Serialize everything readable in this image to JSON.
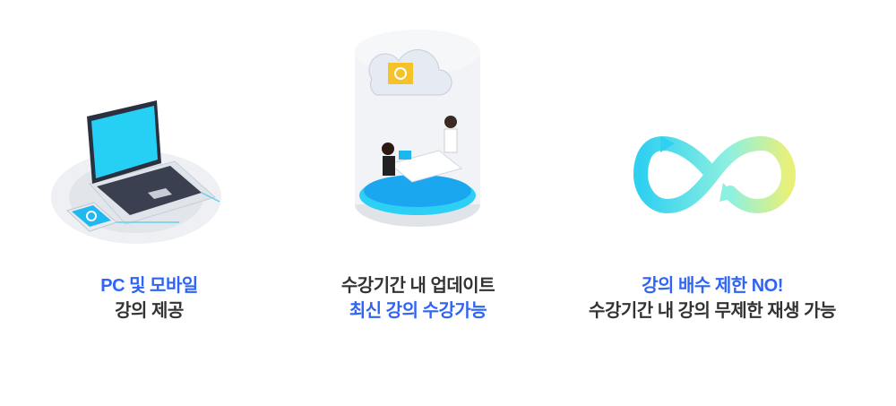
{
  "features": [
    {
      "line1": "PC 및 모바일",
      "line2": "강의 제공",
      "icon": "laptop-mobile-icon"
    },
    {
      "line1": "수강기간 내 업데이트",
      "line2": "최신 강의 수강가능",
      "icon": "cloud-update-icon"
    },
    {
      "line1": "강의 배수 제한 NO!",
      "line2": "수강기간 내 강의 무제한 재생 가능",
      "icon": "infinity-icon"
    }
  ],
  "colors": {
    "accent": "#2f64f5",
    "text": "#333333"
  }
}
